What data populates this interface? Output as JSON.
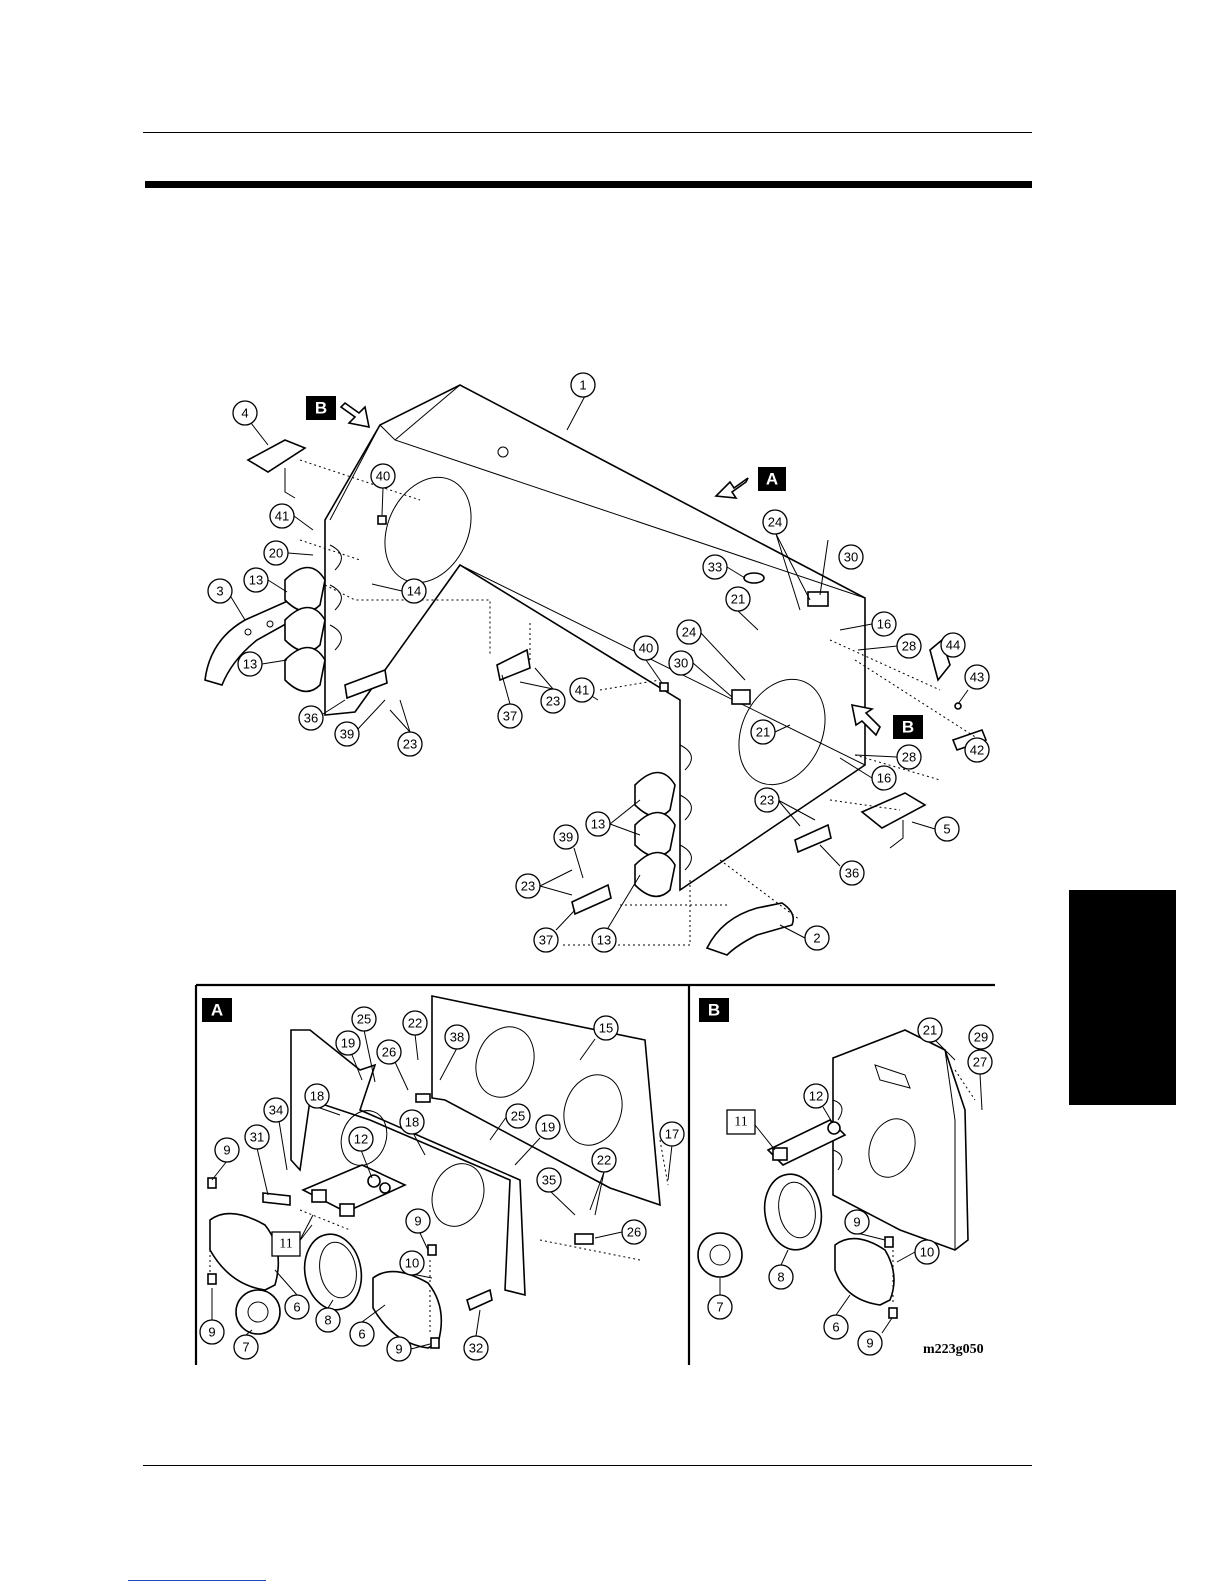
{
  "figure": {
    "code": "m223g050",
    "view_tags": {
      "A": "A",
      "B": "B"
    },
    "main_callouts": [
      "1",
      "2",
      "3",
      "4",
      "5",
      "13",
      "14",
      "16",
      "20",
      "21",
      "23",
      "24",
      "28",
      "30",
      "33",
      "36",
      "37",
      "39",
      "40",
      "41",
      "42",
      "43",
      "44"
    ],
    "view_a_callouts": [
      "6",
      "7",
      "8",
      "9",
      "10",
      "11",
      "12",
      "15",
      "17",
      "18",
      "19",
      "22",
      "25",
      "26",
      "31",
      "32",
      "34",
      "35",
      "38"
    ],
    "view_b_callouts": [
      "6",
      "7",
      "8",
      "9",
      "10",
      "11",
      "12",
      "21",
      "27",
      "29"
    ]
  }
}
